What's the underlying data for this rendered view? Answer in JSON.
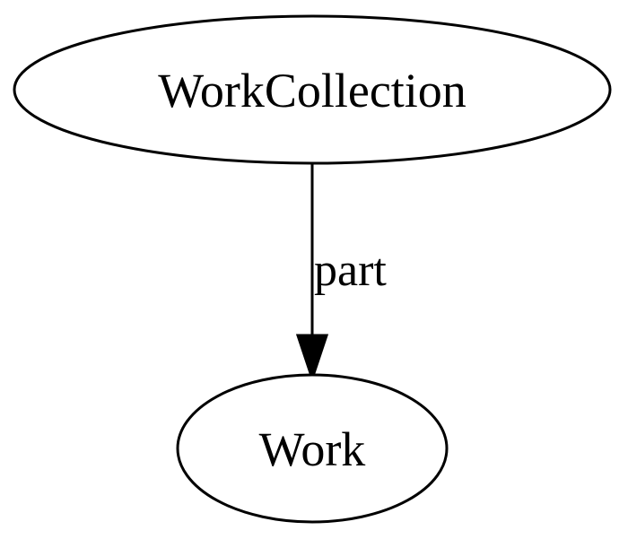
{
  "diagram": {
    "nodes": {
      "collection": {
        "label": "WorkCollection"
      },
      "work": {
        "label": "Work"
      }
    },
    "edges": [
      {
        "from": "WorkCollection",
        "to": "Work",
        "label": "part"
      }
    ]
  }
}
